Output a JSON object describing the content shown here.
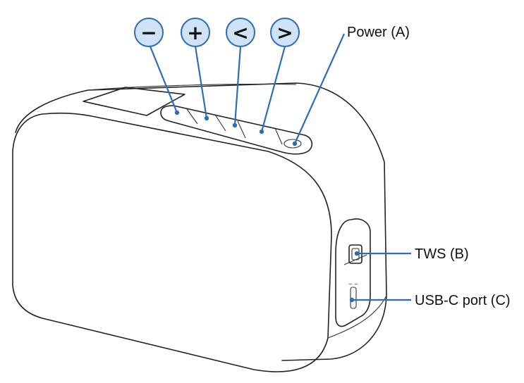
{
  "buttons": [
    {
      "name": "volume-down",
      "symbol": "−"
    },
    {
      "name": "volume-up",
      "symbol": "+"
    },
    {
      "name": "previous",
      "symbol": "<"
    },
    {
      "name": "next",
      "symbol": ">"
    }
  ],
  "labels": {
    "power": "Power (A)",
    "tws": "TWS (B)",
    "usb": "USB-C port (C)"
  },
  "colors": {
    "callout_fill": "#cfe2f6",
    "callout_stroke": "#2f6db3",
    "outline": "#222222"
  }
}
